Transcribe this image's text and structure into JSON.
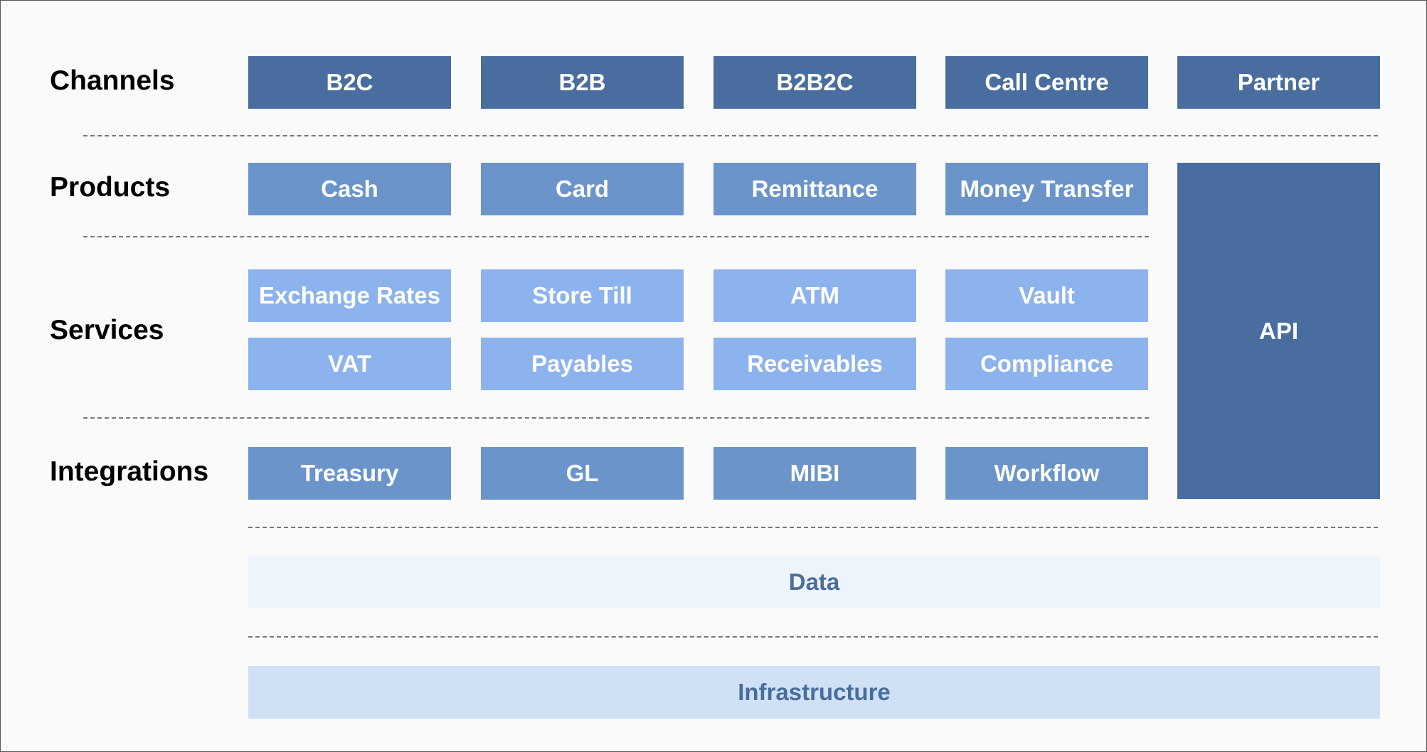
{
  "rows": {
    "channels": "Channels",
    "products": "Products",
    "services": "Services",
    "integrations": "Integrations"
  },
  "channels": [
    "B2C",
    "B2B",
    "B2B2C",
    "Call Centre",
    "Partner"
  ],
  "products": [
    "Cash",
    "Card",
    "Remittance",
    "Money Transfer"
  ],
  "services": [
    "Exchange Rates",
    "Store Till",
    "ATM",
    "Vault",
    "VAT",
    "Payables",
    "Receivables",
    "Compliance"
  ],
  "integrations": [
    "Treasury",
    "GL",
    "MIBI",
    "Workflow"
  ],
  "api": "API",
  "data_layer": "Data",
  "infrastructure": "Infrastructure",
  "colors": {
    "channel": "#486d9e",
    "product": "#6a94ca",
    "service": "#8db3ee",
    "integration": "#6a94ca",
    "api": "#486d9e",
    "data": "#eef4fc",
    "infrastructure": "#d0e1f6"
  }
}
